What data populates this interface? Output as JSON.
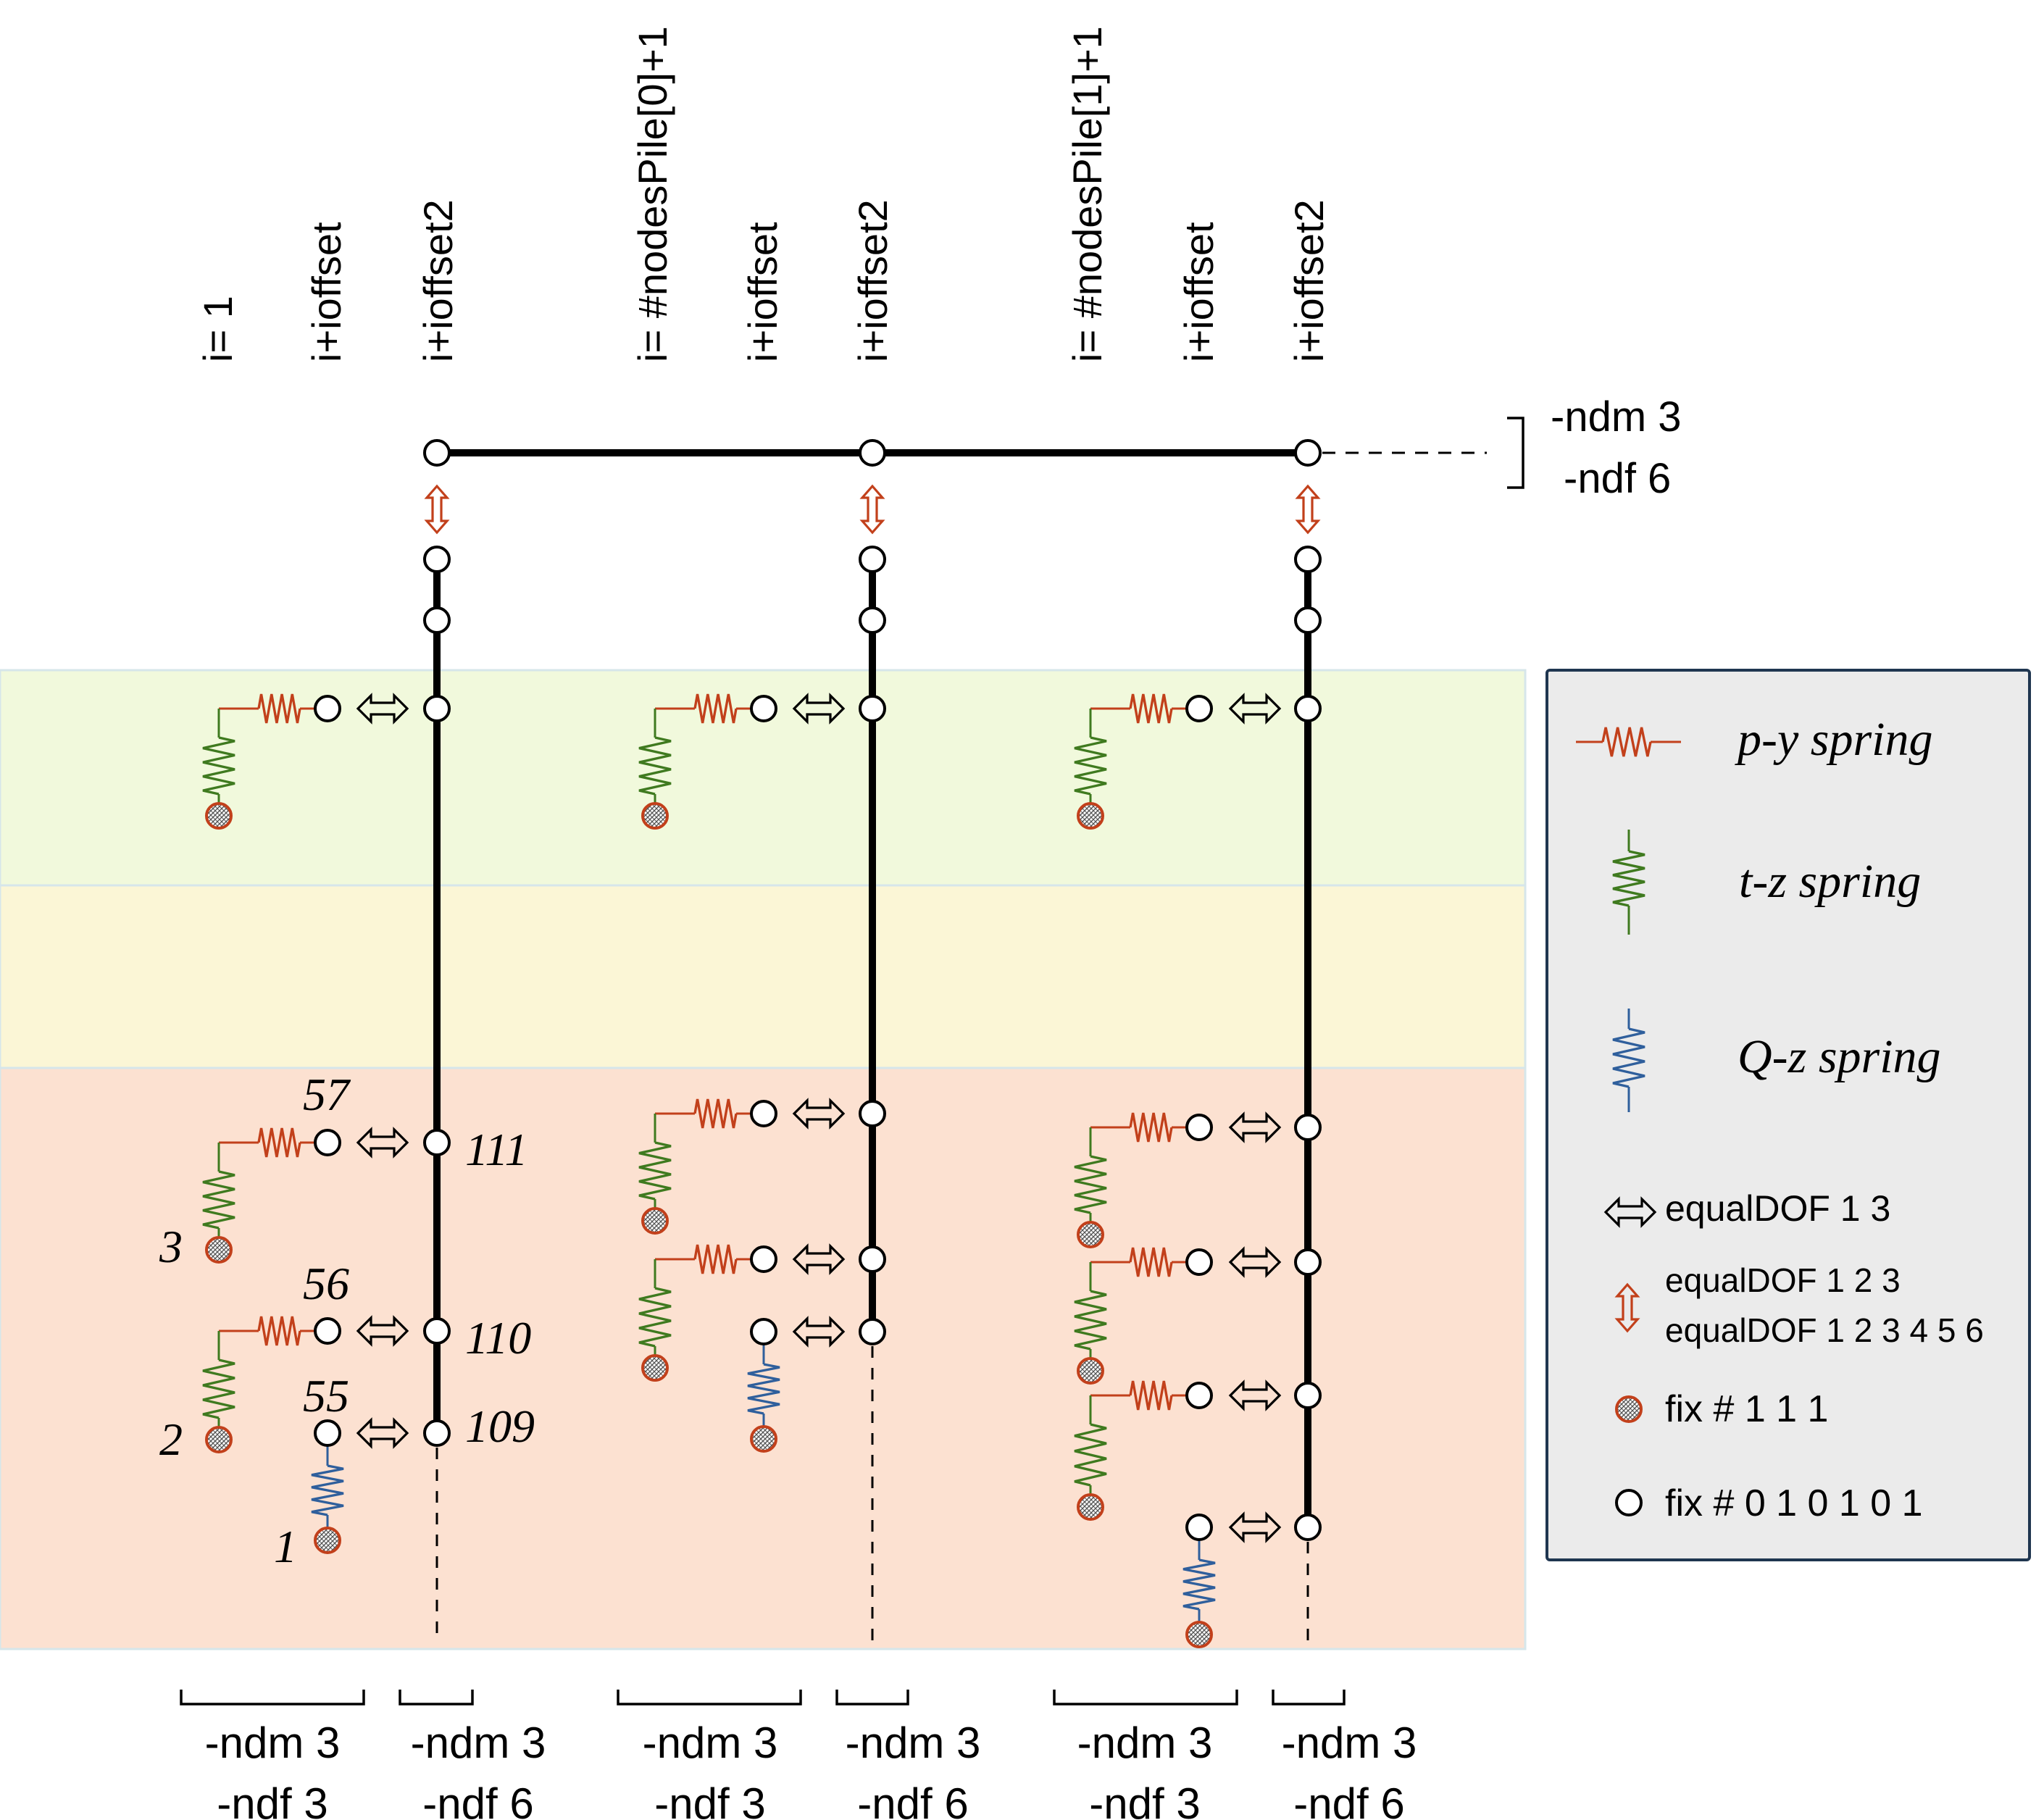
{
  "colors": {
    "layer_top": "#f1f9dc",
    "layer_middle": "#fbf6d6",
    "layer_bottom": "#fce1d1",
    "layer_border": "#d6e6ea",
    "pile": "#000000",
    "py_spring": "#c2401b",
    "tz_spring": "#3f7a1f",
    "qz_spring": "#2f5f9c",
    "equaldof_arrow": "#c2401b",
    "legend_bg": "#ebebeb",
    "legend_border": "#1f3650"
  },
  "top_labels": {
    "g1": [
      "i= 1",
      "i+ioffset",
      "i+ioffset2"
    ],
    "g2": [
      "i= #nodesPile[0]+1",
      "i+ioffset",
      "i+ioffset2"
    ],
    "g3": [
      "i= #nodesPile[1]+1",
      "i+ioffset",
      "i+ioffset2"
    ]
  },
  "cap_label": {
    "ndm": "-ndm 3",
    "ndf": "-ndf 6"
  },
  "bottom_labels": {
    "soil_ndm": "-ndm 3",
    "soil_ndf": "-ndf 3",
    "pile_ndm": "-ndm 3",
    "pile_ndf": "-ndf 6"
  },
  "node_numbers": {
    "pile_111": "111",
    "pile_110": "110",
    "pile_109": "109",
    "soil_57": "57",
    "soil_56": "56",
    "soil_55": "55",
    "fixed_3": "3",
    "fixed_2": "2",
    "fixed_1": "1"
  },
  "legend": {
    "py": "p-y spring",
    "tz": "t-z spring",
    "qz": "Q-z spring",
    "equaldof13": "equalDOF 1 3",
    "equaldof123": "equalDOF 1 2 3",
    "equaldof123456": "equalDOF 1 2 3 4 5 6",
    "fix111": "fix # 1 1 1",
    "fix010101": "fix # 0 1 0 1 0 1"
  }
}
